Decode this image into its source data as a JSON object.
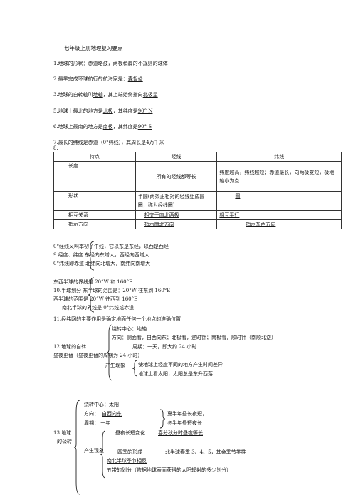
{
  "title": "七年级上册地理复习要点",
  "items": {
    "i1_pre": "1.地球的形状：赤道略鼓，两极稍扁的",
    "i1_u": "不规则的球体",
    "i2_pre": "2.最早完成环球航行的航海家是：",
    "i2_u": "麦哲伦",
    "i3_pre": "3.地球的自转轴叫",
    "i3_u1": "地轴",
    "i3_mid": "，其上端始终指向",
    "i3_u2": "北极星",
    "i5_pre": "5.地球上最北的地方是",
    "i5_u1": "北极",
    "i5_mid": "，其纬度是",
    "i5_u2": "90° N",
    "i6_pre": "6.地球上最南的地方是",
    "i6_u1": "南极",
    "i6_mid": "，其纬度是",
    "i6_u2": "90° S",
    "i7_pre": "7.最长的纬线是",
    "i7_u1": "赤道（0°纬线）",
    "i7_mid": "，其周长是",
    "i7_u2": "4万",
    "i7_post": "千米",
    "i8": "8."
  },
  "table": {
    "head": [
      "特点",
      "经线",
      "纬线"
    ],
    "rows": [
      {
        "h": "长度",
        "a": "所有的经线都等长",
        "b": "纬度越高，纬线越短；赤道最长，向两极变短，极地缩小为点"
      },
      {
        "h": "形状",
        "a": "半圆(两条正相对的经线组成圆圈，称为经线圈)",
        "b": "圆"
      },
      {
        "h": "相互关系",
        "a": "相交于南北两极",
        "b": "相互平行"
      },
      {
        "h": "指示方向",
        "a": "指示南北方向",
        "b": "指示东西方向"
      }
    ]
  },
  "s9": {
    "l1": "0°经线又叫本初子午线，它以东是东经，以西是西经",
    "l2": "9.经度、纬度  东经向东增大，西经向西增大",
    "l3": "0°纬线即赤道  北纬向北增大，南纬向南增大"
  },
  "s10": {
    "l1": "东西半球的界线是 20°W   和 160°E",
    "l2": "10.半球划分  东半球的范围是：20°W  往东到 160°E",
    "l3": "西半球的范围是   20°W 往西到 160°E",
    "l4": "南北半球的界线是    0°纬线或赤道"
  },
  "s11": {
    "l1": "11.经纬网的主要作用是确定地面任何一个地点的准确位置"
  },
  "s12": {
    "a1": "绕转中心：地轴",
    "a2": "方向：侧面看，自西向东；北极看，逆时针；南极看，顺时针（南顺北逆）",
    "label": "12.地球的自转",
    "a3": "周期：一天，即大约 24 小时",
    "a4": "昼夜更替（昼夜更替的周期为 24 小时）",
    "a5": "产生现象",
    "a6": "使地球上经度不同的地方产生时间差异",
    "a7": "地球上看太阳，太阳总是东升西落"
  },
  "s13": {
    "dot": ".",
    "b1": "绕转中心：太阳",
    "b2a": "方向：",
    "b2b": "自西向东",
    "b3": "周期：  一年",
    "c1": "夏半年昼长夜短，",
    "c2": "冬半年昼短夜长",
    "label": "13.地球",
    "label2": "的公转",
    "b4": "昼夜长短变化",
    "b4b": "春分秋分时昼夜等长",
    "b5": "产生现象",
    "b6": "四季的形成",
    "b6b": "北半球春季 3、4、5，其余季节类推",
    "b7": "南北半球季节相反",
    "b8": "五带的划分（依据地球表面获得的太阳辐射的多少划分）"
  }
}
